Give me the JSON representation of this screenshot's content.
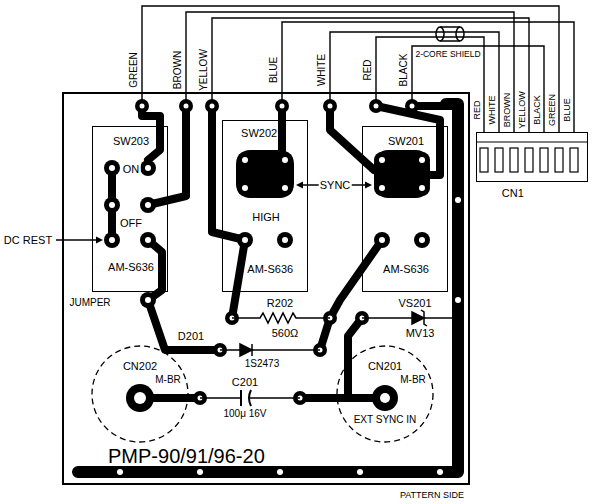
{
  "diagram": {
    "nodes": [
      {
        "text": [
          "PMP-90/91/96-20"
        ]
      },
      {
        "text": [
          "SW203",
          "ON",
          "OFF",
          "AM-S636"
        ],
        "in": 0
      },
      {
        "text": [
          "SW202",
          "HIGH",
          "AM-S636"
        ],
        "in": 0
      },
      {
        "text": [
          "SW201",
          "AM-S636"
        ],
        "in": 0
      },
      {
        "text": [
          "CN202",
          "M-BR"
        ],
        "in": 0
      },
      {
        "text": [
          "CN201",
          "M-BR",
          "EXT SYNC IN"
        ],
        "in": 0
      },
      {
        "text": [
          "CN1"
        ]
      }
    ],
    "edges": [
      {
        "from": 0,
        "to": 6,
        "label": "GREEN",
        "arrow": "none"
      },
      {
        "from": 0,
        "to": 6,
        "label": "BROWN",
        "arrow": "none"
      },
      {
        "from": 0,
        "to": 6,
        "label": "YELLOW",
        "arrow": "none"
      },
      {
        "from": 0,
        "to": 6,
        "label": "BLUE",
        "arrow": "none"
      },
      {
        "from": 0,
        "to": 6,
        "label": "WHITE",
        "arrow": "none"
      },
      {
        "from": 0,
        "to": 6,
        "label": "RED",
        "arrow": "none"
      },
      {
        "from": 0,
        "to": 6,
        "label": "BLACK",
        "arrow": "none"
      }
    ],
    "labels": [
      "DC REST",
      "SYNC",
      "JUMPER",
      "R202",
      "560Ω",
      "D201",
      "1S2473",
      "VS201",
      "MV13",
      "C201",
      "100μ 16V",
      "2-CORE SHIELD",
      "RED",
      "WHITE",
      "BROWN",
      "YELLOW",
      "BLACK",
      "GREEN",
      "BLUE",
      "PATTERN SIDE"
    ]
  }
}
